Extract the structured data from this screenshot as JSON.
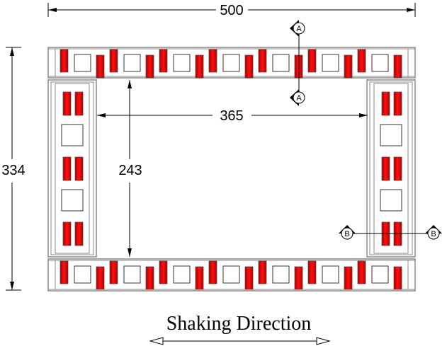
{
  "dimensions": {
    "overall_width": "500",
    "overall_height": "334",
    "inner_width": "365",
    "inner_height": "243"
  },
  "sections": {
    "a_label": "A",
    "b_label": "B"
  },
  "caption": "Shaking Direction",
  "colors": {
    "block_red": "#ee0000",
    "line": "#000000",
    "frame": "#888888"
  }
}
